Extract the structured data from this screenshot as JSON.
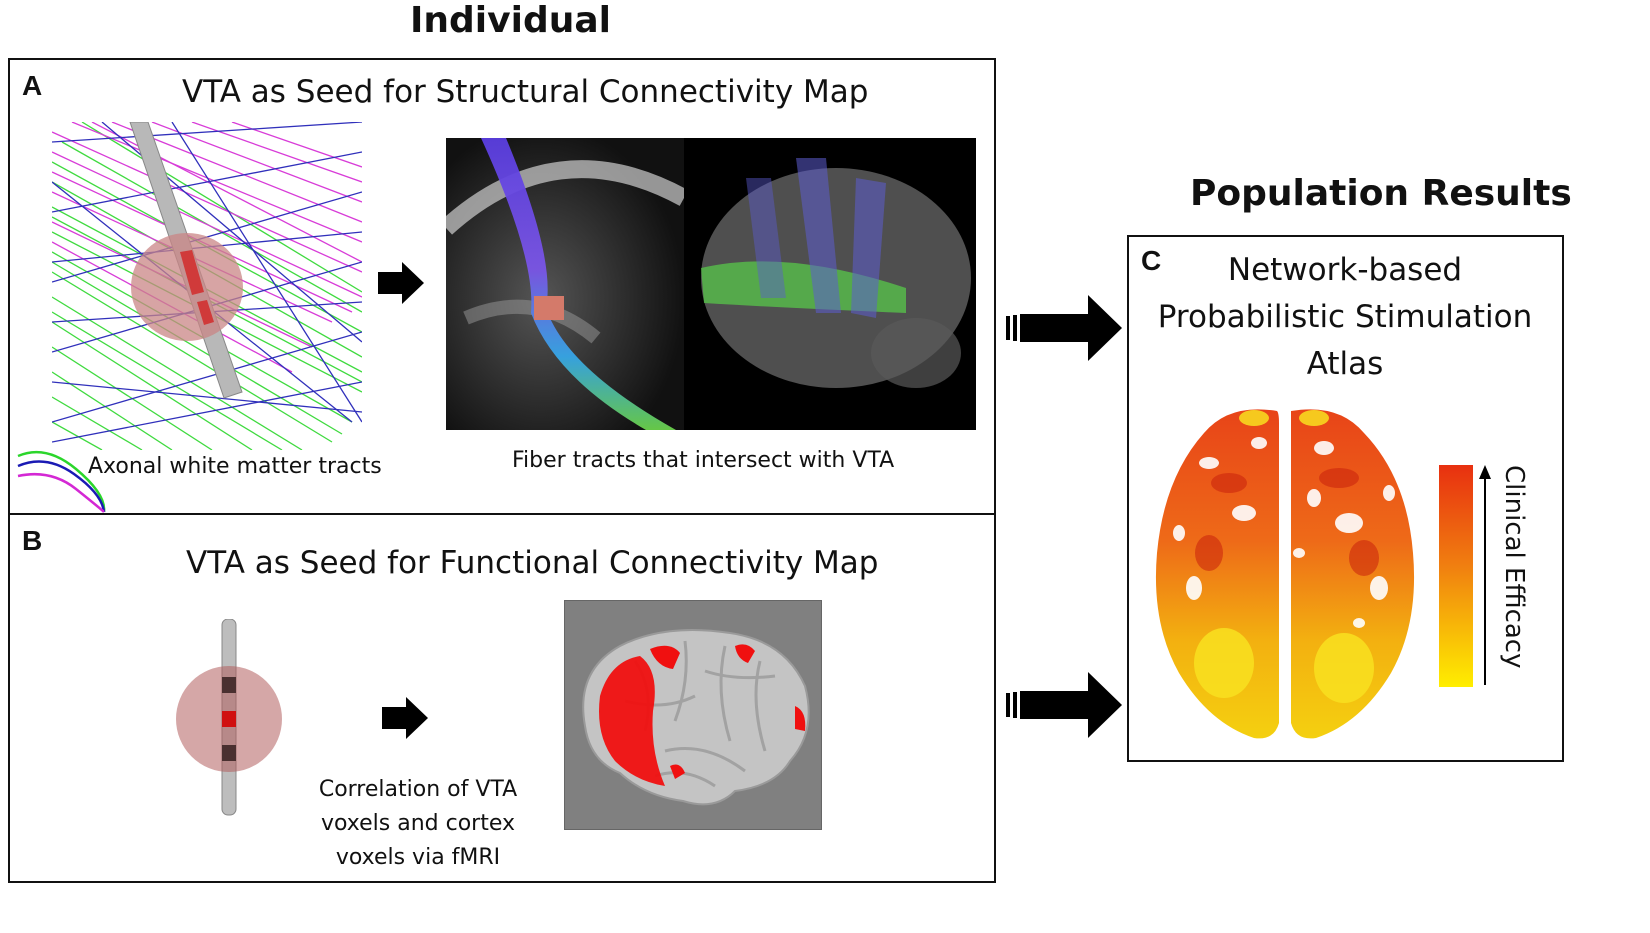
{
  "headings": {
    "individual": "Individual",
    "population": "Population Results"
  },
  "panel_a": {
    "letter": "A",
    "title": "VTA as Seed for Structural Connectivity Map",
    "left_caption": "Axonal white matter tracts",
    "right_caption": "Fiber tracts that intersect with VTA"
  },
  "panel_b": {
    "letter": "B",
    "title": "VTA as Seed for Functional Connectivity Map",
    "caption_lines": [
      "Correlation of VTA",
      "voxels and cortex",
      "voxels via fMRI"
    ]
  },
  "panel_c": {
    "letter": "C",
    "title_lines": [
      "Network-based",
      "Probabilistic Stimulation",
      "Atlas"
    ],
    "colorbar_label": "Clinical Efficacy"
  },
  "icons": [
    "arrow-right-icon",
    "arrow-right-icon",
    "arrow-right-icon",
    "arrow-right-icon"
  ],
  "colors": {
    "tract_green": "#2bd62b",
    "tract_magenta": "#d428d4",
    "tract_blue": "#1a1ab4",
    "vta_sphere": "#c98585",
    "activation_red": "#f01010",
    "efficacy_low": "#ffee00",
    "efficacy_high": "#e83010"
  }
}
